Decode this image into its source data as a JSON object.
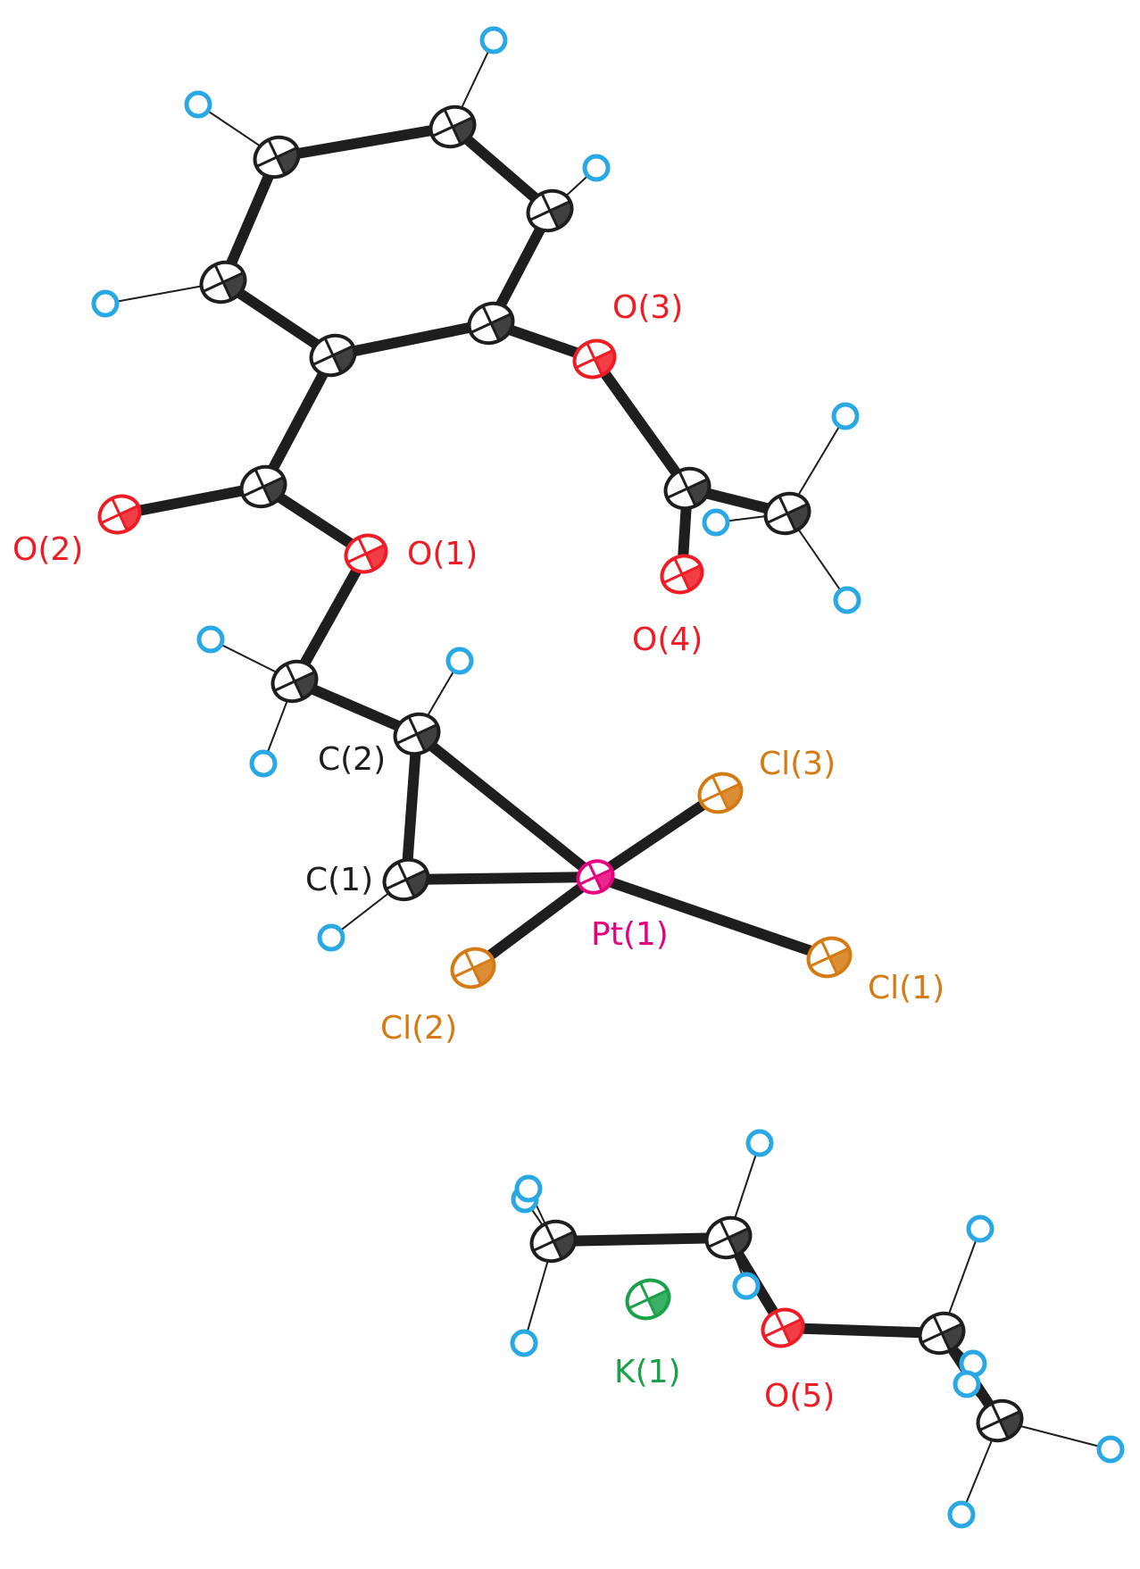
{
  "colors": {
    "bond": "#1e1e1e",
    "carbon_fill": "#ffffff",
    "carbon_stroke": "#1e1e1e",
    "oxygen": "#ee1c24",
    "chlorine": "#d67a14",
    "platinum": "#e6007e",
    "potassium": "#1aa24a",
    "hydrogen": "#2aa8e6",
    "label_carbon": "#1e1e1e"
  },
  "labels": {
    "O2": "O(2)",
    "O1": "O(1)",
    "O3": "O(3)",
    "O4": "O(4)",
    "C2": "C(2)",
    "C1": "C(1)",
    "Cl3": "Cl(3)",
    "Cl2": "Cl(2)",
    "Cl1": "Cl(1)",
    "Pt1": "Pt(1)",
    "K1": "K(1)",
    "O5": "O(5)"
  }
}
